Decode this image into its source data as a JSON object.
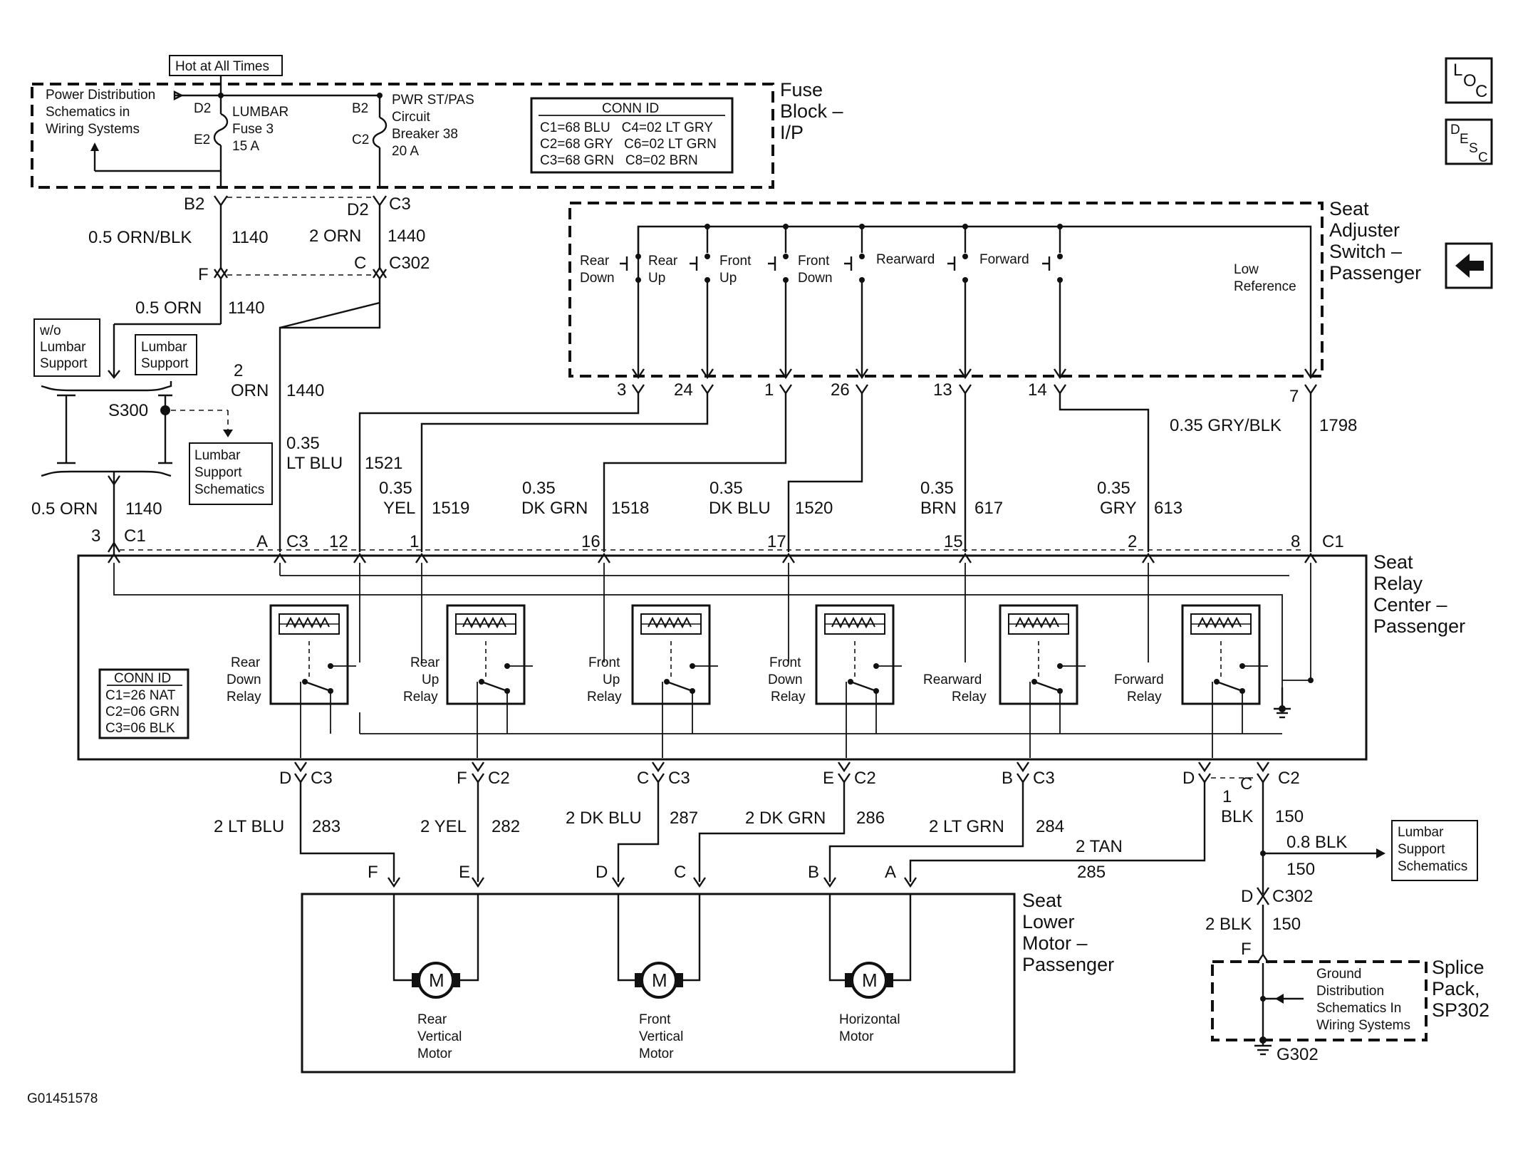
{
  "figure_id": "G01451578",
  "nav": {
    "loc_label": "LOC",
    "desc_label": "DESC",
    "back_icon": "left-arrow-icon"
  },
  "fuse_block": {
    "title_lines": [
      "Fuse",
      "Block –",
      "I/P"
    ],
    "hot_at_all_times": "Hot at All Times",
    "power_ref_lines": [
      "Power Distribution",
      "Schematics in",
      "Wiring Systems"
    ],
    "lumbar_fuse_lines": [
      "LUMBAR",
      "Fuse 3",
      "15 A"
    ],
    "breaker_lines": [
      "PWR ST/PAS",
      "Circuit",
      "Breaker 38",
      "20 A"
    ],
    "pins": {
      "d2": "D2",
      "e2": "E2",
      "b2": "B2",
      "c2": "C2"
    },
    "conn_id": {
      "title": "CONN ID",
      "rows": [
        "C1=68 BLU   C4=02 LT GRY",
        "C2=68 GRY   C6=02 LT GRN",
        "C3=68 GRN   C8=02 BRN"
      ]
    }
  },
  "wires_upper": {
    "b2": "B2",
    "d2": "D2",
    "c3": "C3",
    "w1140": "0.5 ORN/BLK",
    "c1140": "1140",
    "w1440": "2 ORN",
    "c1440": "1440",
    "f": "F",
    "c": "C",
    "c302": "C302",
    "w1140b": "0.5 ORN",
    "c1140b": "1140",
    "wo_lumbar_lines": [
      "w/o",
      "Lumbar",
      "Support"
    ],
    "lumbar_lines": [
      "Lumbar",
      "Support"
    ],
    "s300": "S300",
    "lumbar_schem_lines": [
      "Lumbar",
      "Support",
      "Schematics"
    ],
    "w1140c": "0.5 ORN",
    "c1140c": "1140",
    "pin3": "3",
    "c1": "C1",
    "orn2_lines": [
      "2",
      "ORN"
    ],
    "c1440b": "1440",
    "ltblu_lines": [
      "0.35",
      "LT BLU"
    ],
    "c1521": "1521"
  },
  "seat_switch": {
    "title_lines": [
      "Seat",
      "Adjuster",
      "Switch –",
      "Passenger"
    ],
    "switches": [
      [
        "Rear",
        "Down"
      ],
      [
        "Rear",
        "Up"
      ],
      [
        "Front",
        "Up"
      ],
      [
        "Front",
        "Down"
      ],
      [
        "Rearward"
      ],
      [
        "Forward"
      ]
    ],
    "low_ref_lines": [
      "Low",
      "Reference"
    ],
    "pins": [
      "3",
      "24",
      "1",
      "26",
      "13",
      "14",
      "7"
    ],
    "gry_blk": "0.35 GRY/BLK",
    "c1798": "1798"
  },
  "relay_wires": [
    {
      "gauge": "0.35",
      "color": "YEL",
      "circuit": "1519"
    },
    {
      "gauge": "0.35",
      "color": "DK GRN",
      "circuit": "1518"
    },
    {
      "gauge": "0.35",
      "color": "DK BLU",
      "circuit": "1520"
    },
    {
      "gauge": "0.35",
      "color": "BRN",
      "circuit": "617"
    },
    {
      "gauge": "0.35",
      "color": "GRY",
      "circuit": "613"
    }
  ],
  "relay_center": {
    "title_lines": [
      "Seat",
      "Relay",
      "Center –",
      "Passenger"
    ],
    "top_pins": [
      "A",
      "C3",
      "12",
      "1",
      "16",
      "17",
      "15",
      "2",
      "8",
      "C1"
    ],
    "relays": [
      [
        "Rear",
        "Down",
        "Relay"
      ],
      [
        "Rear",
        "Up",
        "Relay"
      ],
      [
        "Front",
        "Up",
        "Relay"
      ],
      [
        "Front",
        "Down",
        "Relay"
      ],
      [
        "Rearward",
        "Relay"
      ],
      [
        "Forward",
        "Relay"
      ]
    ],
    "conn_id": {
      "title": "CONN ID",
      "rows": [
        "C1=26 NAT",
        "C2=06 GRN",
        "C3=06 BLK"
      ]
    }
  },
  "bottom_pins": {
    "p1": [
      "D",
      "C3"
    ],
    "p2": [
      "F",
      "C2"
    ],
    "p3": [
      "C",
      "C3"
    ],
    "p4": [
      "E",
      "C2"
    ],
    "p5": [
      "B",
      "C3"
    ],
    "p6": [
      "D"
    ],
    "p7": [
      "C",
      "C2"
    ]
  },
  "motor_wires": [
    {
      "label": "2 LT BLU",
      "circuit": "283"
    },
    {
      "label": "2 YEL",
      "circuit": "282"
    },
    {
      "label": "2 DK BLU",
      "circuit": "287"
    },
    {
      "label": "2 DK GRN",
      "circuit": "286"
    },
    {
      "label": "2 LT GRN",
      "circuit": "284"
    },
    {
      "label": "2 TAN",
      "circuit": "285"
    }
  ],
  "ground_wire": {
    "blk1_lines": [
      "1",
      "BLK"
    ],
    "c150": "150",
    "blk08": "0.8 BLK",
    "c150b": "150",
    "lumbar_schem_lines": [
      "Lumbar",
      "Support",
      "Schematics"
    ],
    "d": "D",
    "c302": "C302",
    "blk2": "2 BLK",
    "c150c": "150",
    "f": "F"
  },
  "motor_block": {
    "title_lines": [
      "Seat",
      "Lower",
      "Motor –",
      "Passenger"
    ],
    "pins": [
      "F",
      "E",
      "D",
      "C",
      "B",
      "A"
    ],
    "motor_symbol": "M",
    "motors": [
      [
        "Rear",
        "Vertical",
        "Motor"
      ],
      [
        "Front",
        "Vertical",
        "Motor"
      ],
      [
        "Horizontal",
        "Motor"
      ]
    ]
  },
  "splice_pack": {
    "title_lines": [
      "Splice",
      "Pack,",
      "SP302"
    ],
    "ground_ref_lines": [
      "Ground",
      "Distribution",
      "Schematics In",
      "Wiring Systems"
    ],
    "g302": "G302"
  }
}
